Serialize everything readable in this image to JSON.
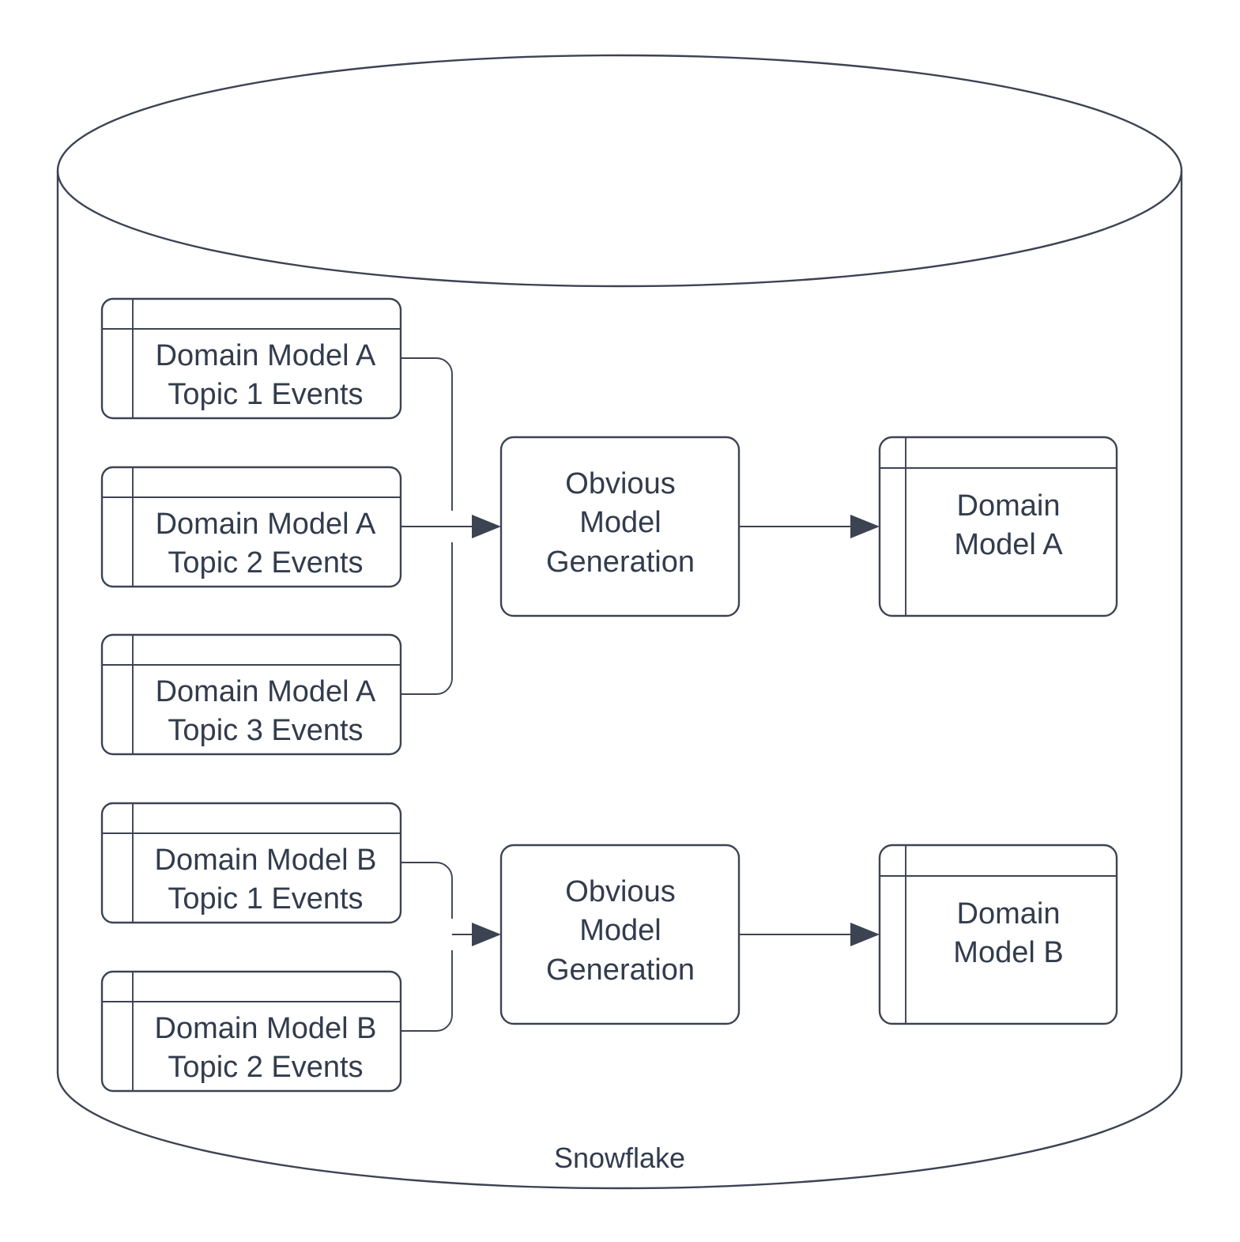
{
  "diagram": {
    "container": {
      "name": "Snowflake",
      "label": "Snowflake",
      "shape": "cylinder",
      "stroke_color": "#3c4353",
      "fill_color": "#ffffff"
    },
    "text_color": "#323c4d",
    "groups": [
      {
        "id": "group-a",
        "sources": [
          {
            "id": "src-a1",
            "label": "Domain Model A\nTopic 1 Events",
            "icon": "table-icon"
          },
          {
            "id": "src-a2",
            "label": "Domain Model A\nTopic 2 Events",
            "icon": "table-icon"
          },
          {
            "id": "src-a3",
            "label": "Domain Model A\nTopic 3 Events",
            "icon": "table-icon"
          }
        ],
        "process": {
          "id": "proc-a",
          "label": "Obvious\nModel\nGeneration"
        },
        "output": {
          "id": "out-a",
          "label": "Domain\nModel A",
          "icon": "table-icon"
        }
      },
      {
        "id": "group-b",
        "sources": [
          {
            "id": "src-b1",
            "label": "Domain Model B\nTopic 1 Events",
            "icon": "table-icon"
          },
          {
            "id": "src-b2",
            "label": "Domain Model B\nTopic 2 Events",
            "icon": "table-icon"
          }
        ],
        "process": {
          "id": "proc-b",
          "label": "Obvious\nModel\nGeneration"
        },
        "output": {
          "id": "out-b",
          "label": "Domain\nModel B",
          "icon": "table-icon"
        }
      }
    ]
  }
}
